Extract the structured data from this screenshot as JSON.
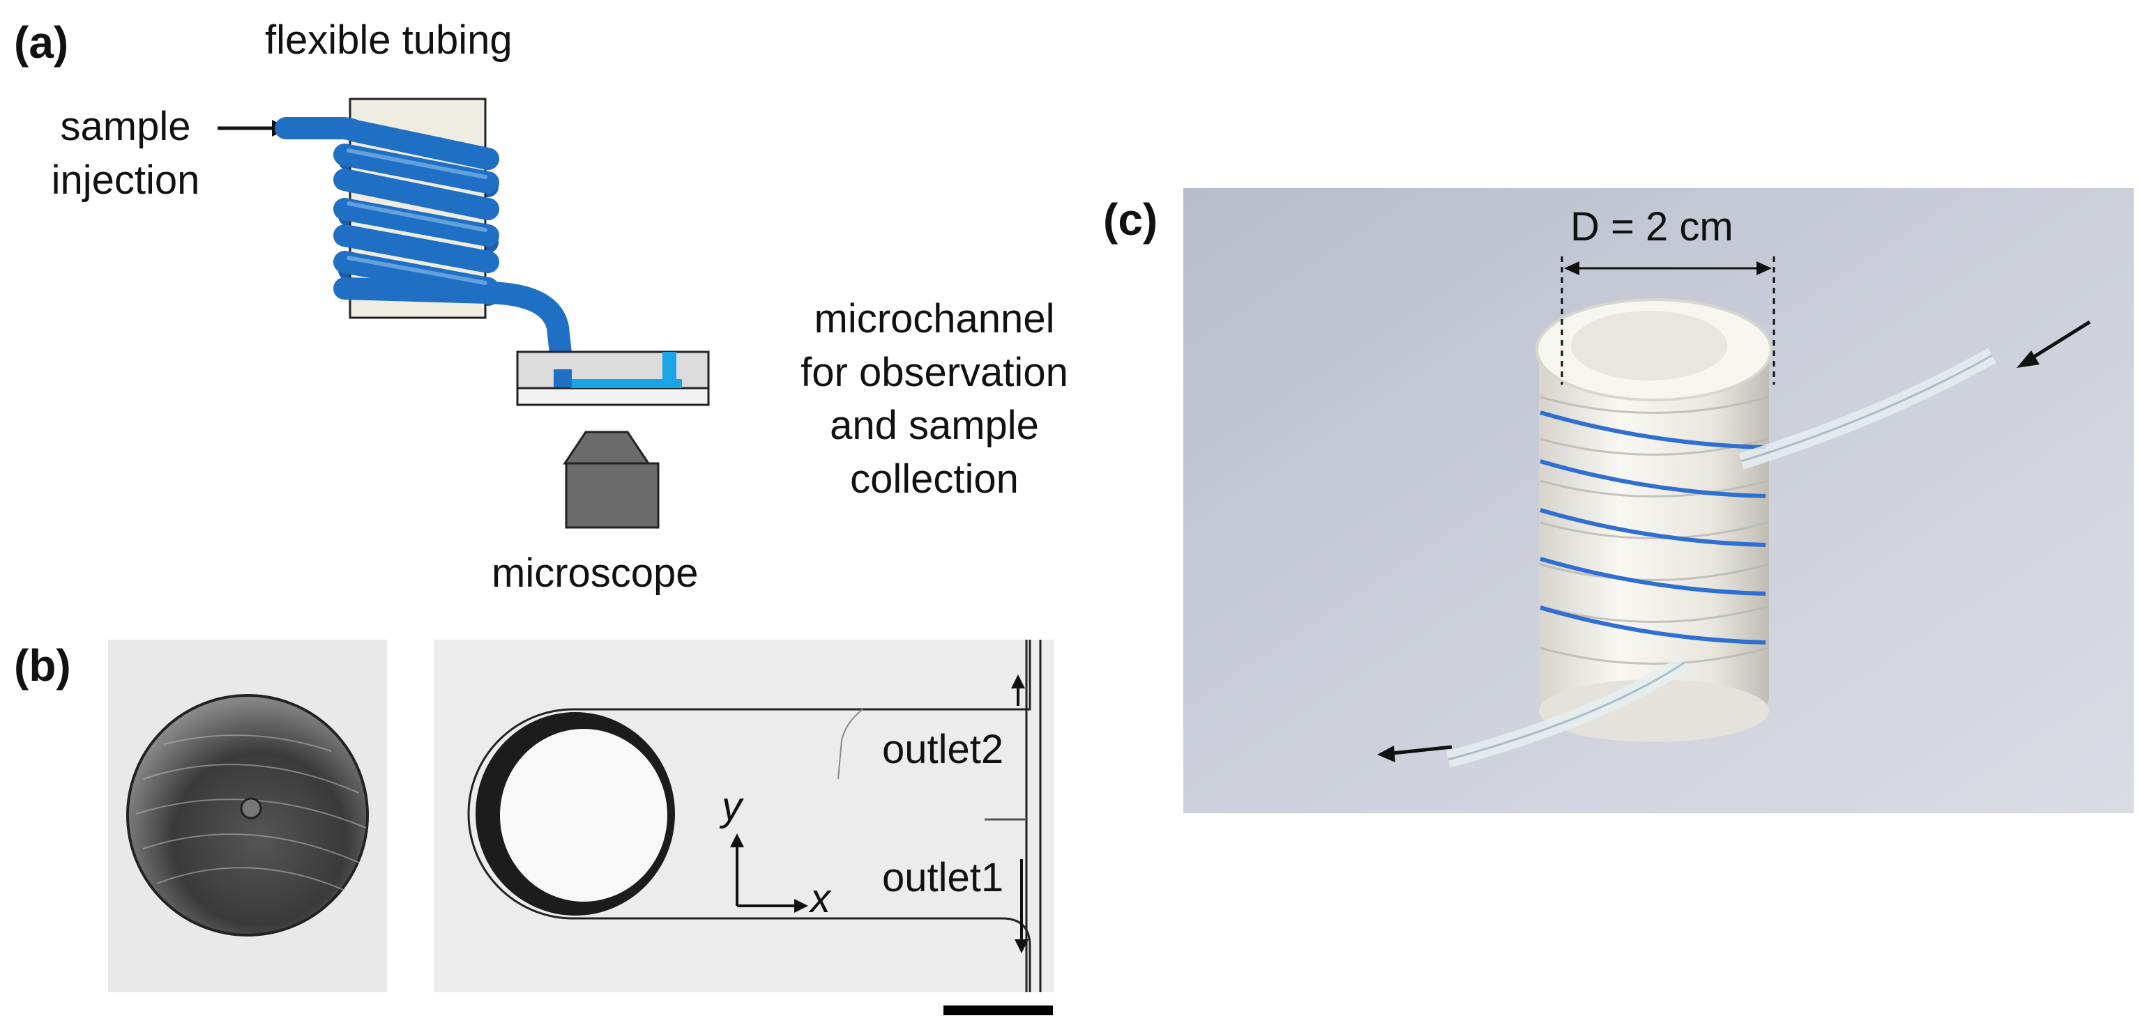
{
  "panel_a": {
    "label": "(a)",
    "tubing_label": "flexible tubing",
    "injection_line1": "sample",
    "injection_line2": "injection",
    "channel_line1": "microchannel",
    "channel_line2": "for observation",
    "channel_line3": "and sample",
    "channel_line4": "collection",
    "microscope_label": "microscope"
  },
  "panel_b": {
    "label": "(b)",
    "outlet2": "outlet2",
    "outlet1": "outlet1",
    "axis_y": "y",
    "axis_x": "x"
  },
  "panel_c": {
    "label": "(c)",
    "diameter": "D = 2 cm"
  },
  "colors": {
    "tubing": "#1f6fc4",
    "tubing_dark": "#0f4f97",
    "fluid": "#19a4e8",
    "cylinder": "#efece2",
    "microscope": "#6b6b6b",
    "photo_bg": "#c4c7d3"
  }
}
